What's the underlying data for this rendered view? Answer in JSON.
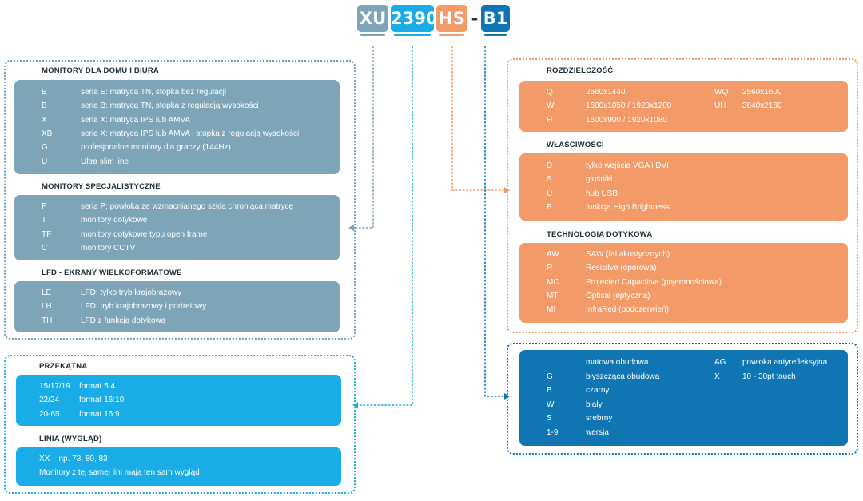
{
  "code": {
    "part1": "XU",
    "part2": "2390",
    "part3": "HS",
    "dash": "-",
    "part4": "B1"
  },
  "colors": {
    "gray": "#7ea5b7",
    "cyan": "#1aace6",
    "orange": "#f39b68",
    "blue": "#0f75b3"
  },
  "left": {
    "home": {
      "title": "MONITORY DLA DOMU I BIURA",
      "rows": [
        {
          "code": "E",
          "desc": "seria E: matryca TN, stopka bez regulacji"
        },
        {
          "code": "B",
          "desc": "seria B: matryca TN, stopka z regulacją wysokości"
        },
        {
          "code": "X",
          "desc": "seria X: matryca IPS lub AMVA"
        },
        {
          "code": "XB",
          "desc": "seria X: matryca IPS lub AMVA i stopka z regulacją wysokości"
        },
        {
          "code": "G",
          "desc": "profesjonalne monitory dla graczy (144Hz)"
        },
        {
          "code": "U",
          "desc": "Ultra slim line"
        }
      ]
    },
    "special": {
      "title": "MONITORY SPECJALISTYCZNE",
      "rows": [
        {
          "code": "P",
          "desc": "seria P: powłoka ze wzmacnianego szkła chroniąca matrycę"
        },
        {
          "code": "T",
          "desc": "monitory dotykowe"
        },
        {
          "code": "TF",
          "desc": "monitory dotykowe typu open frame"
        },
        {
          "code": "C",
          "desc": "monitory CCTV"
        }
      ]
    },
    "lfd": {
      "title": "LFD  - EKRANY WIELKOFORMATOWE",
      "rows": [
        {
          "code": "LE",
          "desc": "LFD: tylko tryb krajobrazowy"
        },
        {
          "code": "LH",
          "desc": "LFD: tryb krajobrazowy i portretowy"
        },
        {
          "code": "TH",
          "desc": "LFD z funkcją dotykową"
        }
      ]
    },
    "diagonal": {
      "title": "PRZEKĄTNA",
      "rows": [
        {
          "code": "15/17/19",
          "desc": "format 5:4"
        },
        {
          "code": "22/24",
          "desc": "format 16:10"
        },
        {
          "code": "20-65",
          "desc": "format 16:9"
        }
      ]
    },
    "line": {
      "title": "LINIA (WYGLĄD)",
      "lines": [
        "XX – np. 73, 80, 83",
        "Monitory z tej samej lini mają ten sam wygląd"
      ]
    }
  },
  "right": {
    "resolution": {
      "title": "ROZDZIELCZOŚĆ",
      "rows": [
        {
          "code": "Q",
          "desc": "2560x1440",
          "code2": "WQ",
          "desc2": "2560x1600"
        },
        {
          "code": "W",
          "desc": "1680x1050 / 1920x1200",
          "code2": "UH",
          "desc2": "3840x2160"
        },
        {
          "code": "H",
          "desc": "1600x900 / 1920x1080",
          "code2": "",
          "desc2": ""
        }
      ]
    },
    "features": {
      "title": "WŁAŚCIWOŚCI",
      "rows": [
        {
          "code": "D",
          "desc": "tylko wejścia VGA i DVI"
        },
        {
          "code": "S",
          "desc": "głośniki"
        },
        {
          "code": "U",
          "desc": "hub USB"
        },
        {
          "code": "B",
          "desc": "funkcja High Brightness"
        }
      ]
    },
    "touch": {
      "title": "TECHNOLOGIA DOTYKOWA",
      "rows": [
        {
          "code": "AW",
          "desc": "SAW (fal akustycznych)"
        },
        {
          "code": "R",
          "desc": "Resisitve (oporowa)"
        },
        {
          "code": "MC",
          "desc": "Projected Capacitive (pojemnościowa)"
        },
        {
          "code": "MT",
          "desc": "Optical (optyczna)"
        },
        {
          "code": "MI",
          "desc": "InfraRed (podczerwień)"
        }
      ]
    },
    "finish": {
      "rows": [
        {
          "code": "",
          "desc": "matowa obudowa",
          "code2": "AG",
          "desc2": "powłoka antyrefleksyjna"
        },
        {
          "code": "G",
          "desc": "błyszcząca obudowa",
          "code2": "X",
          "desc2": "10 - 30pt touch"
        },
        {
          "code": "B",
          "desc": "czarny",
          "code2": "",
          "desc2": ""
        },
        {
          "code": "W",
          "desc": "biały",
          "code2": "",
          "desc2": ""
        },
        {
          "code": "S",
          "desc": "srebrny",
          "code2": "",
          "desc2": ""
        },
        {
          "code": "1-9",
          "desc": "wersja",
          "code2": "",
          "desc2": ""
        }
      ]
    }
  }
}
